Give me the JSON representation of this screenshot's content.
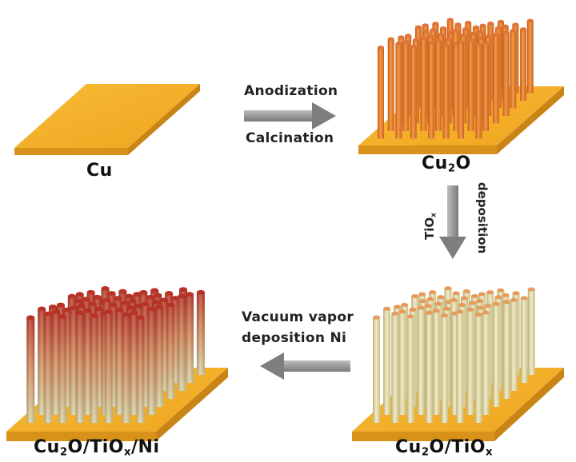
{
  "colors": {
    "substrate_top": "#f5b12a",
    "substrate_side": "#d8921a",
    "cu2o_rod_light": "#f08a3c",
    "cu2o_rod_dark": "#c85a16",
    "tiox_rod_light": "#f2e3b4",
    "tiox_rod_dark": "#b9b47a",
    "ni_top": "#c2402a",
    "arrow": "#8a8a8a"
  },
  "panels": {
    "cu": {
      "label": "Cu"
    },
    "cu2o": {
      "label_main": "Cu",
      "label_sub": "2",
      "label_tail": "O"
    },
    "cu2o_tiox": {
      "label_main": "Cu",
      "label_sub1": "2",
      "label_mid": "O/TiO",
      "label_sub2": "x"
    },
    "cu2o_tiox_ni": {
      "label_main": "Cu",
      "label_sub1": "2",
      "label_mid": "O/TiO",
      "label_sub2": "x",
      "label_tail": "/Ni"
    }
  },
  "steps": {
    "step1": {
      "line1": "Anodization",
      "line2": "Calcination",
      "arrow_icon": "arrow-right-icon"
    },
    "step2": {
      "line1_main": "TiO",
      "line1_sub": "x",
      "line2": "deposition",
      "arrow_icon": "arrow-down-icon"
    },
    "step3": {
      "line1": "Vacuum vapor",
      "line2": "deposition Ni",
      "arrow_icon": "arrow-left-icon"
    }
  }
}
